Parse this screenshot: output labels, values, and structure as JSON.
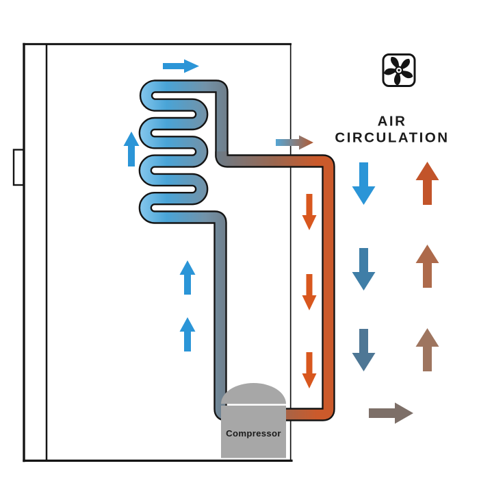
{
  "labels": {
    "air_line1": "AIR",
    "air_line2": "CIRCULATION",
    "compressor": "Compressor"
  },
  "icons": {
    "fan": "fan-icon"
  },
  "palette": {
    "background": "#ffffff",
    "outline_black": "#141414",
    "label_black": "#1b1b1b",
    "coil_light_blue": "#87c8ed",
    "coil_blue": "#49a4d7",
    "suction_slate": "#7292a8",
    "pipe_gray": "#6f7a84",
    "transition_brown": "#9a6750",
    "condenser_orange": "#cb5a2b",
    "compressor_gray": "#a7a7a7"
  },
  "flow": {
    "refrigerant_arrows": [
      {
        "id": "coil-top-flow",
        "direction": "right",
        "color": "#2b95d7"
      },
      {
        "id": "coil-side-flow",
        "direction": "up",
        "color": "#2b95d7"
      },
      {
        "id": "suction-flow-1",
        "direction": "up",
        "color": "#2b95d7"
      },
      {
        "id": "suction-flow-2",
        "direction": "up",
        "color": "#2b95d7"
      },
      {
        "id": "condenser-flow-1",
        "direction": "down",
        "color": "#d8571e"
      },
      {
        "id": "condenser-flow-2",
        "direction": "down",
        "color": "#d8571e"
      },
      {
        "id": "condenser-flow-3",
        "direction": "down",
        "color": "#d8571e"
      }
    ],
    "transition_arrow": {
      "id": "warm-transition",
      "direction": "right",
      "color_from": "#55a5d3",
      "color_to": "#b25a32"
    },
    "air_arrows": [
      {
        "id": "cold-air-down-1",
        "direction": "down",
        "color": "#2b95d7"
      },
      {
        "id": "cold-air-down-2",
        "direction": "down",
        "color": "#3f7ea7"
      },
      {
        "id": "cold-air-down-3",
        "direction": "down",
        "color": "#4e7795"
      },
      {
        "id": "warm-air-up-1",
        "direction": "up",
        "color": "#c2542a"
      },
      {
        "id": "warm-air-up-2",
        "direction": "up",
        "color": "#ad6a4b"
      },
      {
        "id": "warm-air-up-3",
        "direction": "up",
        "color": "#9e755f"
      },
      {
        "id": "air-out-right",
        "direction": "right",
        "color": "#7d6f68"
      }
    ]
  }
}
